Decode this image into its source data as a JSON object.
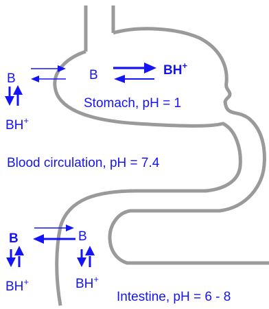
{
  "diagram": {
    "stomach": {
      "label": "Stomach, pH = 1",
      "base": "B",
      "conj_acid_base": "BH",
      "conj_acid_charge": "+"
    },
    "blood": {
      "label": "Blood circulation, pH = 7.4",
      "base": "B",
      "conj_acid_base": "BH",
      "conj_acid_charge": "+"
    },
    "intestine": {
      "label": "Intestine, pH = 6 - 8",
      "blood_side_base": "B",
      "lumen_base": "B",
      "blood_side_acid_base": "BH",
      "blood_side_acid_charge": "+",
      "lumen_acid_base": "BH",
      "lumen_acid_charge": "+"
    },
    "colors": {
      "text": "#1414f5",
      "outline": "#9a9a9a"
    }
  }
}
